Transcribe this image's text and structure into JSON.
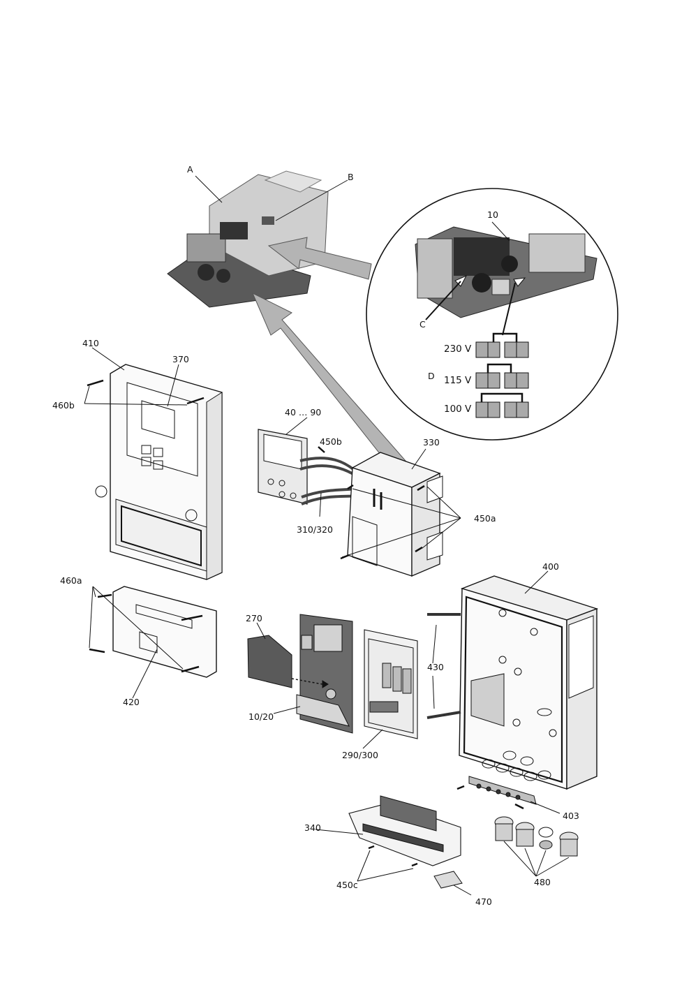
{
  "callouts": {
    "A": "A",
    "B": "B",
    "C": "C",
    "D": "D",
    "n10": "10",
    "n410": "410",
    "n370": "370",
    "n460b": "460b",
    "n40_90": "40 … 90",
    "n450b": "450b",
    "n330": "330",
    "n450a": "450a",
    "n310_320": "310/320",
    "n460a": "460a",
    "n420": "420",
    "n270": "270",
    "n10_20": "10/20",
    "n290_300": "290/300",
    "n430": "430",
    "n400": "400",
    "n403": "403",
    "n340": "340",
    "n450c": "450c",
    "n470": "470",
    "n480": "480"
  },
  "voltages": {
    "v230": "230 V",
    "v115": "115 V",
    "v100": "100 V"
  },
  "colors": {
    "line": "#111111",
    "arrow_fill": "#b4b4b4",
    "arrow_stroke": "#555555",
    "module_fill": "#c8c8c8",
    "board_fill": "#7a7a7a"
  }
}
